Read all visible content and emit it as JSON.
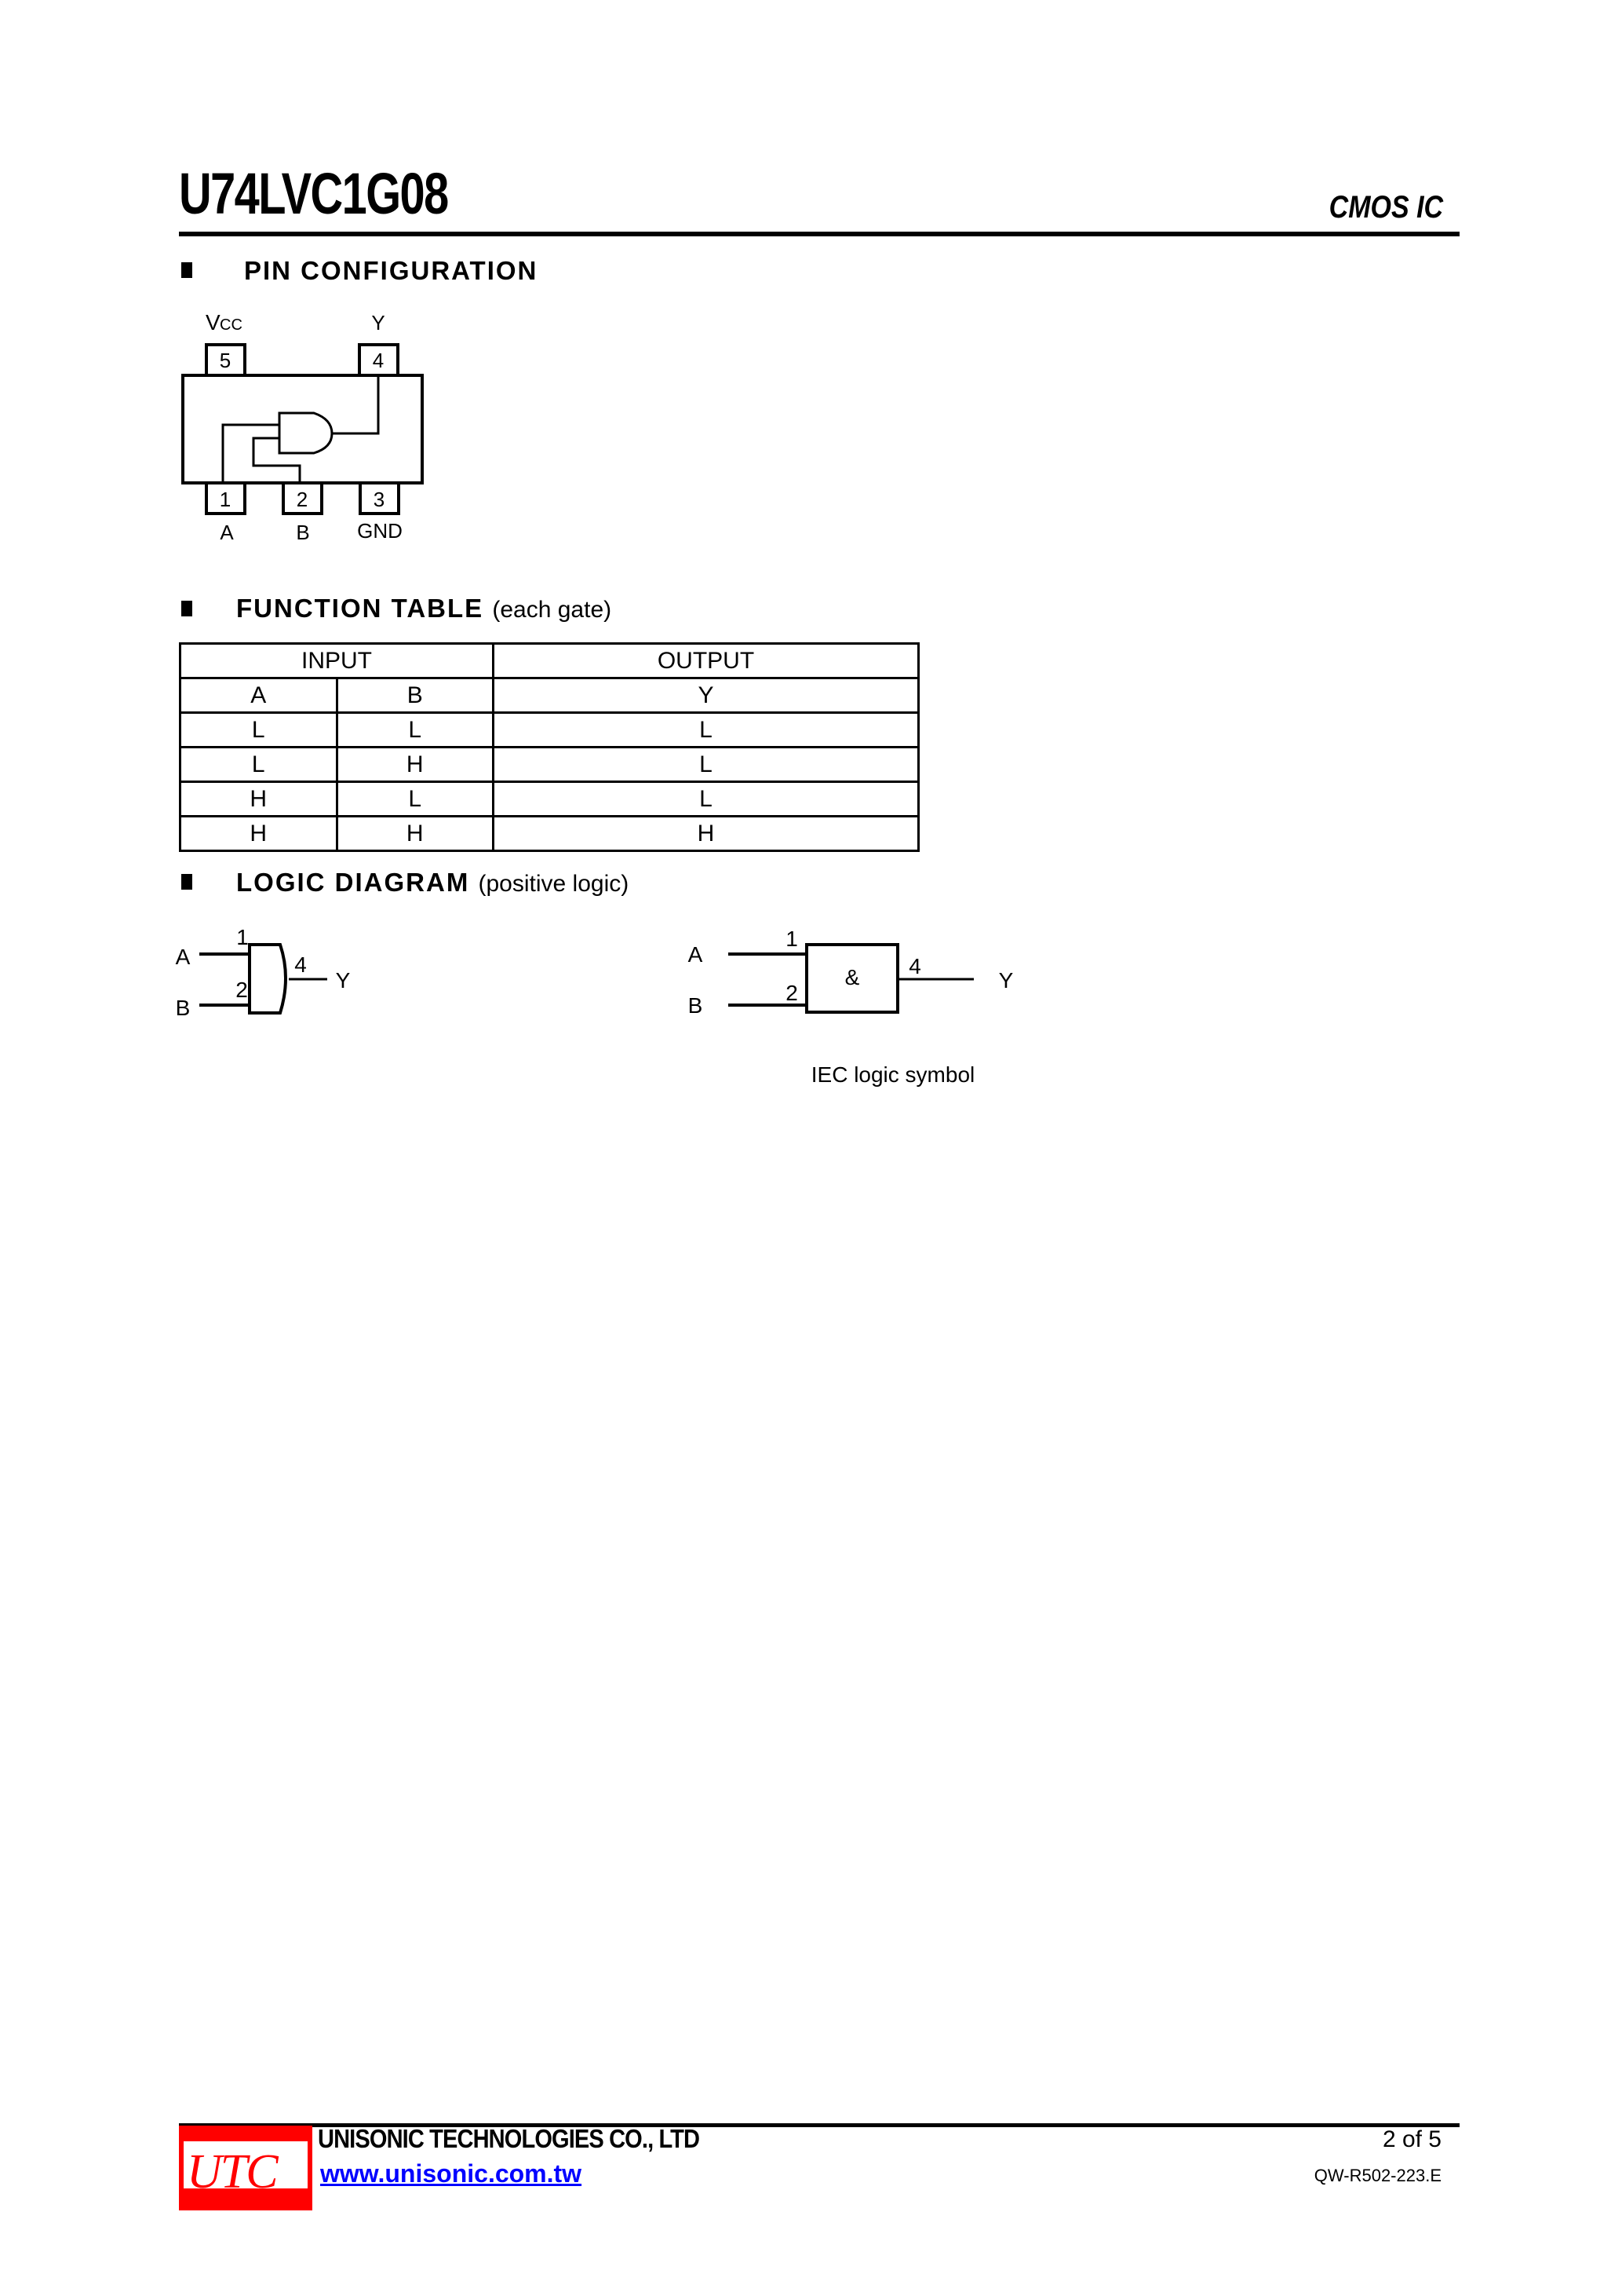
{
  "header": {
    "part_number": "U74LVC1G08",
    "category": "CMOS IC"
  },
  "sections": {
    "pin_configuration": {
      "title": "PIN CONFIGURATION"
    },
    "function_table": {
      "title": "FUNCTION TABLE",
      "subtitle": "(each gate)"
    },
    "logic_diagram": {
      "title": "LOGIC DIAGRAM",
      "subtitle": "(positive logic)"
    }
  },
  "pin_diagram": {
    "top_pins": [
      {
        "number": "5",
        "label": "Vcc"
      },
      {
        "number": "4",
        "label": "Y"
      }
    ],
    "bottom_pins": [
      {
        "number": "1",
        "label": "A"
      },
      {
        "number": "2",
        "label": "B"
      },
      {
        "number": "3",
        "label": "GND"
      }
    ],
    "vcc_main": "V",
    "vcc_sub": "CC"
  },
  "function_table": {
    "group_headers": {
      "input": "INPUT",
      "output": "OUTPUT"
    },
    "column_headers": [
      "A",
      "B",
      "Y"
    ],
    "rows": [
      [
        "L",
        "L",
        "L"
      ],
      [
        "L",
        "H",
        "L"
      ],
      [
        "H",
        "L",
        "L"
      ],
      [
        "H",
        "H",
        "H"
      ]
    ]
  },
  "logic_diagram": {
    "gate": {
      "input_a": "A",
      "input_b": "B",
      "output": "Y",
      "pin_a": "1",
      "pin_b": "2",
      "pin_y": "4"
    },
    "iec": {
      "input_a": "A",
      "input_b": "B",
      "output": "Y",
      "pin_a": "1",
      "pin_b": "2",
      "pin_y": "4",
      "symbol": "&",
      "caption": "IEC logic symbol"
    }
  },
  "footer": {
    "logo_text": "UTC",
    "company": "UNISONIC TECHNOLOGIES CO., LTD",
    "website": "www.unisonic.com.tw",
    "page": "2 of 5",
    "doc_number": "QW-R502-223.E"
  },
  "colors": {
    "logo_red": "#ff0000",
    "link_blue": "#0000ff",
    "text": "#000000"
  }
}
